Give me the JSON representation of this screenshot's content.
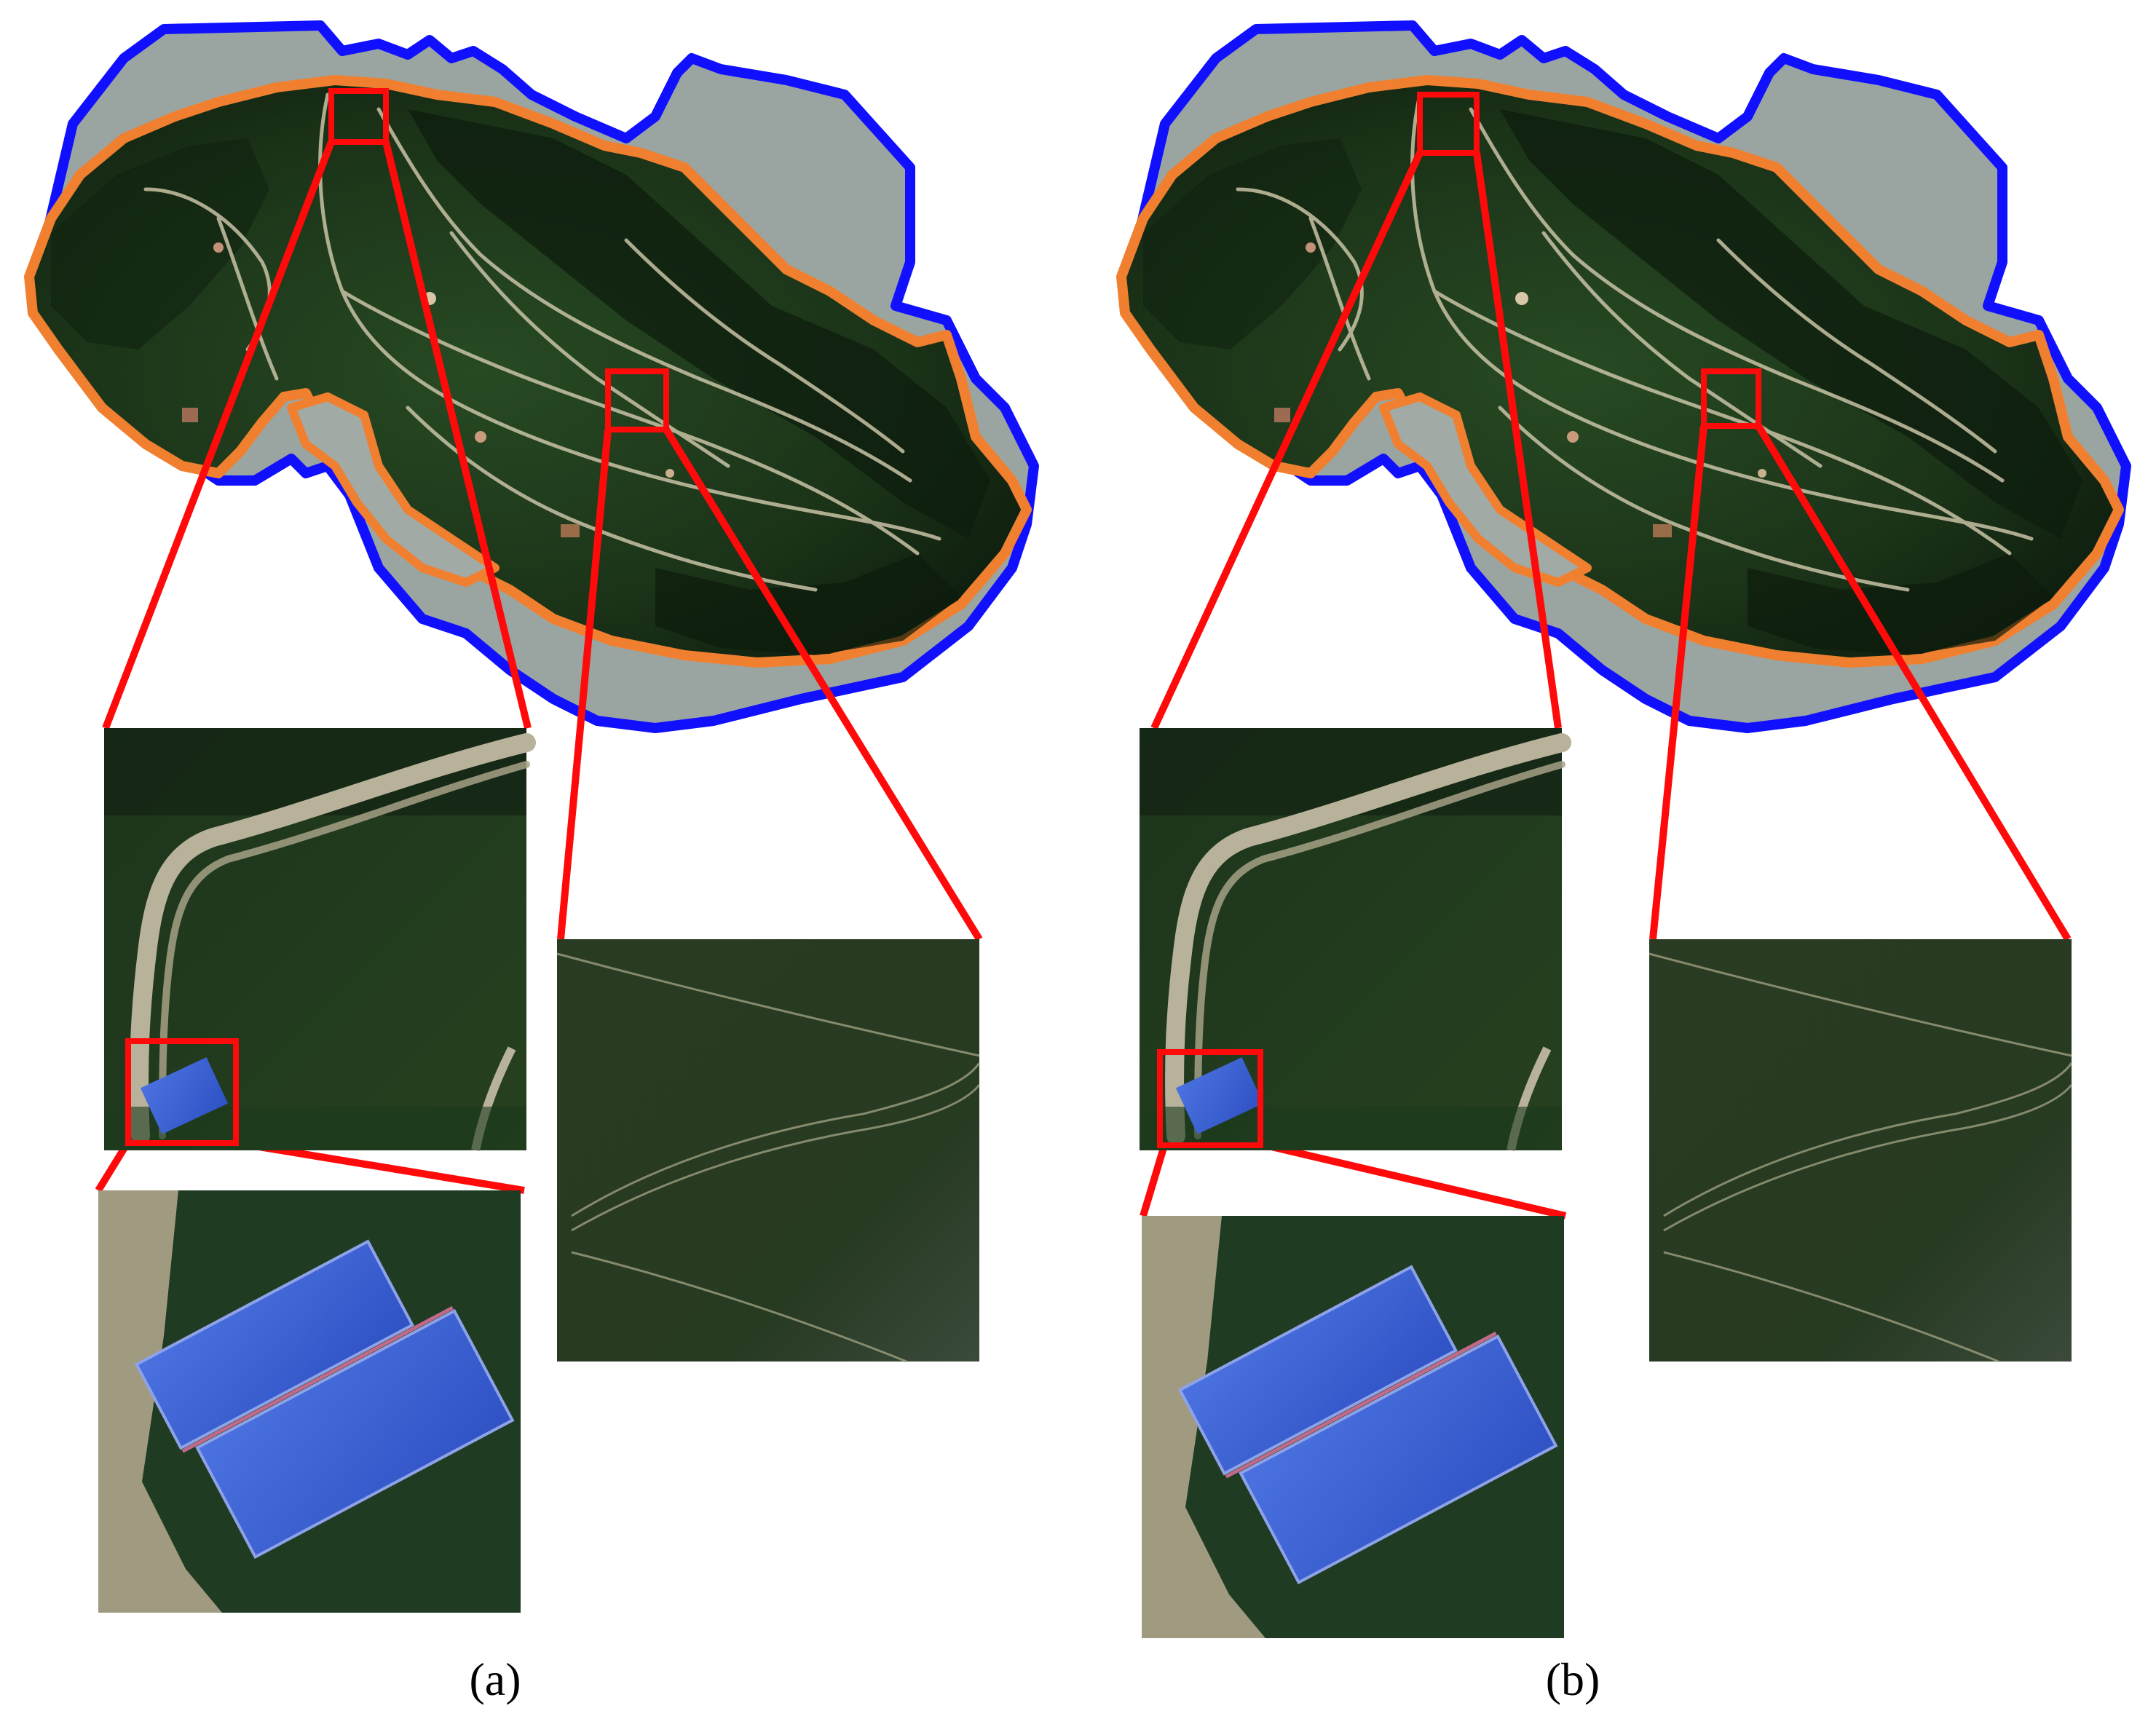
{
  "figure": {
    "panels": [
      {
        "id": "a",
        "caption": "(a)"
      },
      {
        "id": "b",
        "caption": "(b)"
      }
    ],
    "colors": {
      "outer_boundary": "#1010ff",
      "inner_boundary": "#f08030",
      "highlight_box": "#ff0a0a",
      "background_imagery": "#9aa5a2",
      "vegetation_dark": "#0f200f",
      "vegetation_mid": "#1f3a1e",
      "road": "#c9c3a6",
      "greenhouse_roof": "#3d63d6"
    }
  }
}
